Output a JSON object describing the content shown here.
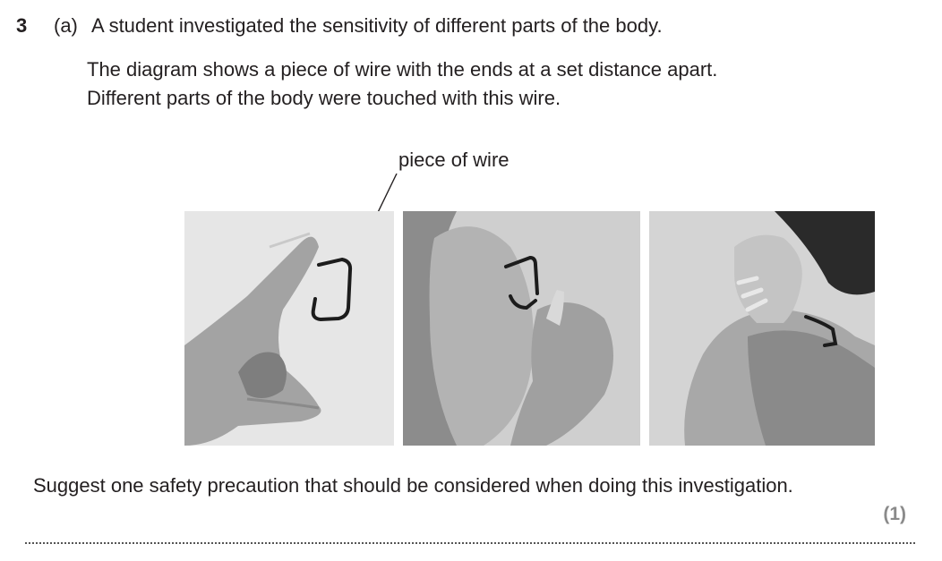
{
  "question": {
    "number": "3",
    "part": "(a)",
    "stem": "A student investigated the sensitivity of different parts of the body.",
    "description_lines": [
      "The diagram shows a piece of wire with the ends at a set distance apart.",
      "Different parts of the body were touched with this wire."
    ],
    "prompt": "Suggest one safety precaution that should be considered when doing this investigation.",
    "marks": "(1)"
  },
  "figure": {
    "callout_label": "piece of wire",
    "panels": [
      "finger",
      "upper-arm",
      "neck"
    ]
  }
}
